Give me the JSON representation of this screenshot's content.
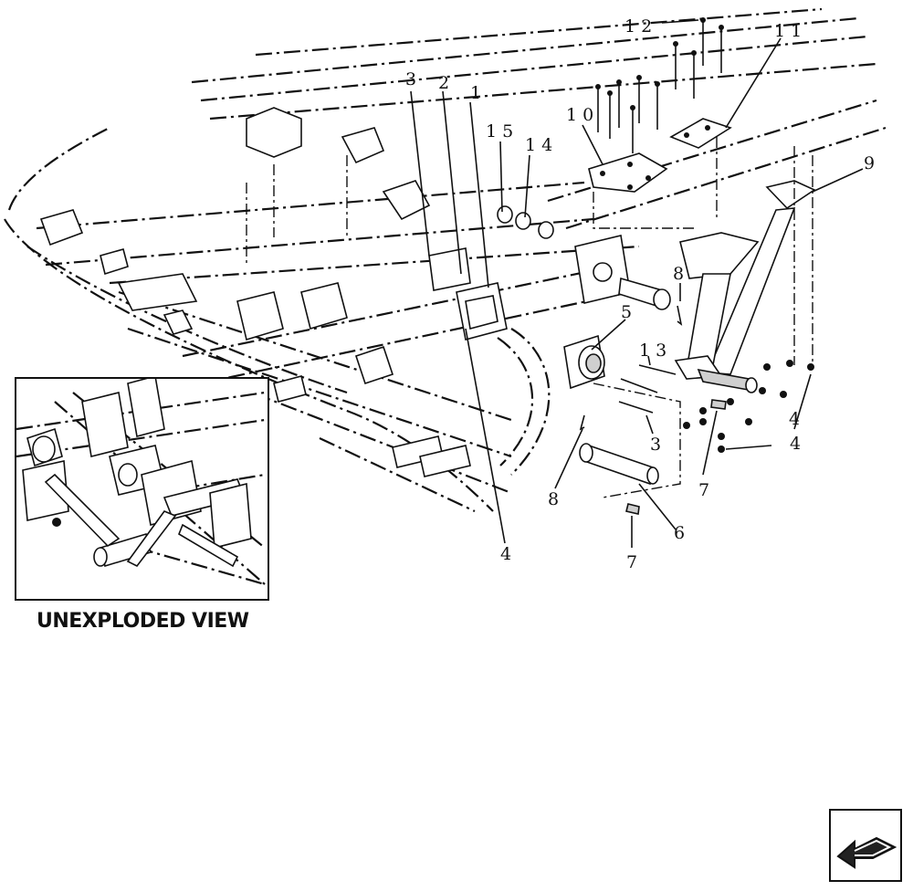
{
  "diagram": {
    "callouts": [
      "1",
      "2",
      "3",
      "4",
      "4",
      "4",
      "5",
      "6",
      "7",
      "7",
      "8",
      "8",
      "9",
      "10",
      "11",
      "12",
      "13",
      "14",
      "15",
      "3"
    ],
    "inset_caption": "UNEXPLODED VIEW"
  },
  "navigation": {
    "icon": "previous-arrow-icon"
  }
}
